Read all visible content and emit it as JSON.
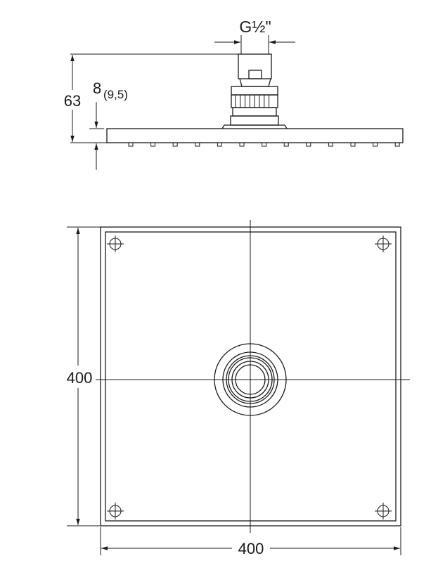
{
  "side_view": {
    "thread_label": "G½\"",
    "height_label": "63",
    "plate_thickness_label": "8",
    "plate_thickness_alt_label": "(9,5)",
    "nozzle_count": 13
  },
  "top_view": {
    "height_label": "400",
    "width_label": "400"
  },
  "colors": {
    "line": "#1a1a1a",
    "background": "#ffffff"
  }
}
